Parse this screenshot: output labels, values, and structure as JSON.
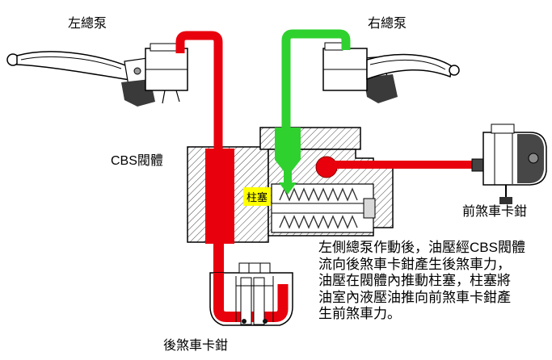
{
  "colors": {
    "red": "#e8000d",
    "green": "#2fd12f",
    "yellow": "#ffff00",
    "outline": "#000000",
    "hatch": "#4d4d4d"
  },
  "labels": {
    "left_master": "左總泵",
    "right_master": "右總泵",
    "cbs_valve": "CBS閥體",
    "plunger": "柱塞",
    "front_caliper": "前煞車卡鉗",
    "rear_caliper": "後煞車卡鉗"
  },
  "description": {
    "lines": [
      "左側總泵作動後，油壓經CBS閥體",
      "流向後煞車卡鉗產生後煞車力，",
      "油壓在閥體內推動柱塞，柱塞將",
      "油室內液壓油推向前煞車卡鉗產",
      "生前煞車力。"
    ]
  }
}
